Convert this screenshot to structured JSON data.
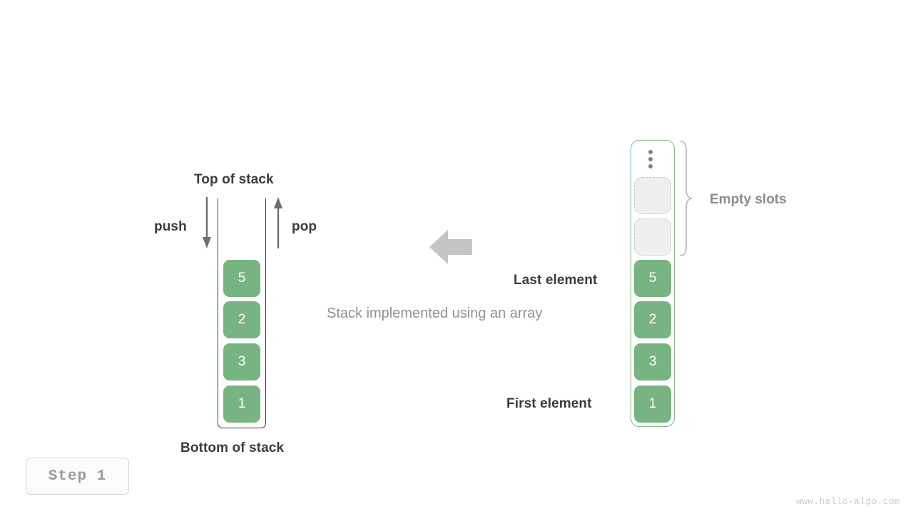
{
  "diagram": {
    "title_caption": "Stack implemented using an array",
    "left_stack": {
      "top_label": "Top of stack",
      "bottom_label": "Bottom of stack",
      "push_label": "push",
      "pop_label": "pop",
      "cells": [
        {
          "value": "5"
        },
        {
          "value": "2"
        },
        {
          "value": "3"
        },
        {
          "value": "1"
        }
      ]
    },
    "right_array": {
      "empty_slots_label": "Empty slots",
      "last_element_label": "Last element",
      "first_element_label": "First element",
      "ellipsis_icon": "vertical-ellipsis-icon",
      "empty_slots_count": 2,
      "cells": [
        {
          "value": "5"
        },
        {
          "value": "2"
        },
        {
          "value": "3"
        },
        {
          "value": "1"
        }
      ]
    },
    "center_arrow_icon": "left-arrow-icon",
    "colors": {
      "element_green": "#78b481",
      "container_green": "#7fb886",
      "arrow_gray": "#c4c4c4",
      "empty_slot_fill": "#efefef",
      "empty_slot_border": "#c6c6c6",
      "text_dark": "#3b3b3b",
      "text_gray": "#8c8c8c"
    }
  },
  "footer": {
    "step_label": "Step 1",
    "watermark": "www.hello-algo.com"
  }
}
